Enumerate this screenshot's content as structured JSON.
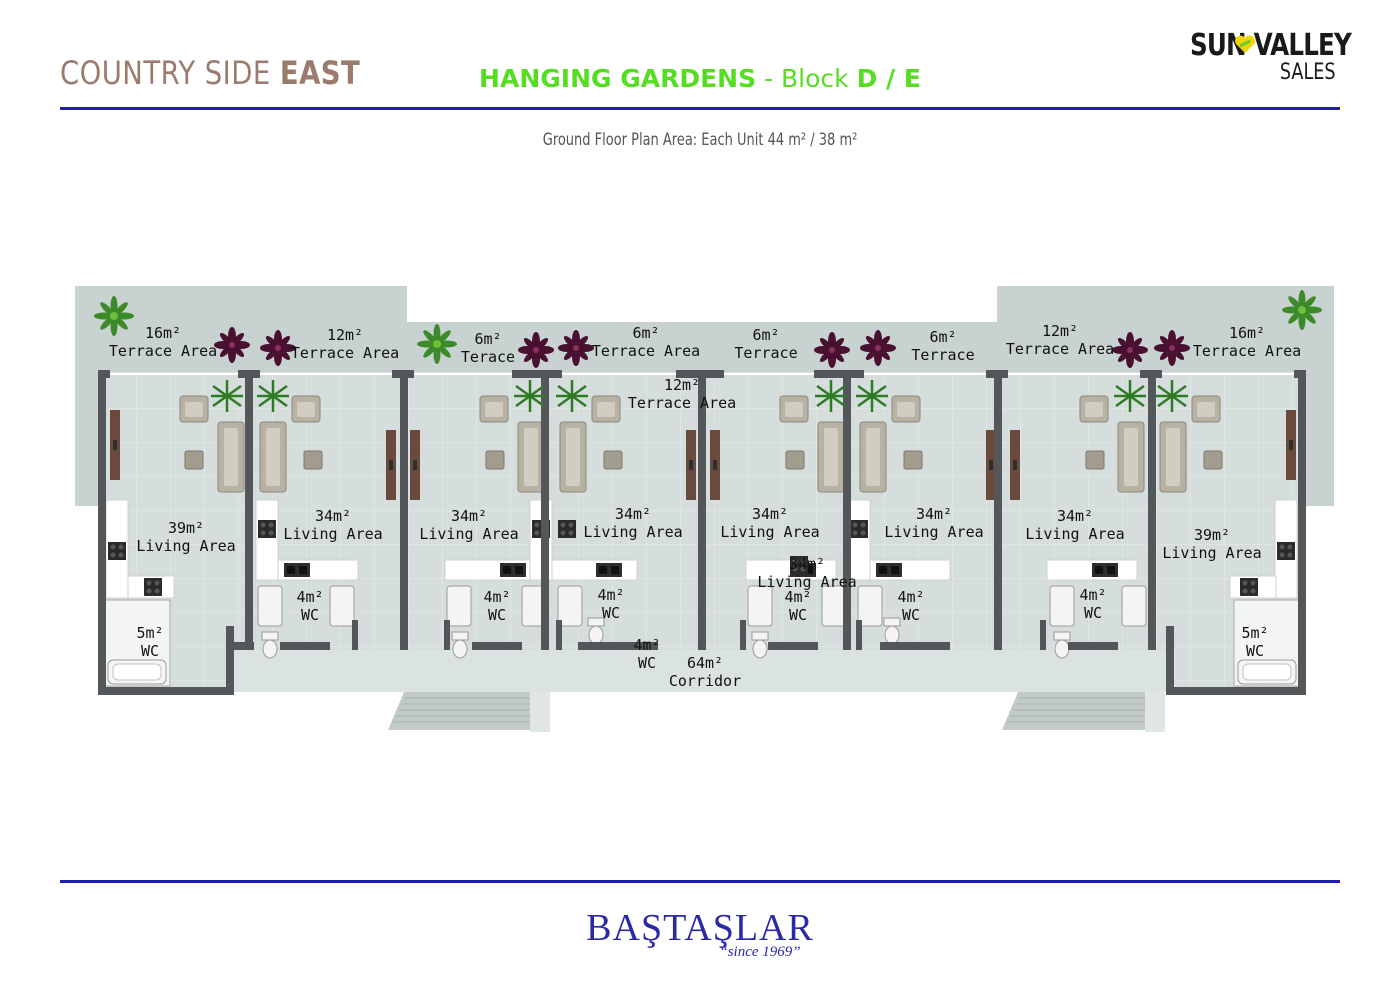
{
  "header": {
    "brand_light": "COUNTRY SIDE ",
    "brand_bold": "EAST",
    "project_name": "HANGING GARDENS",
    "project_sep": " - ",
    "block_word": "Block ",
    "block_id": "D / E",
    "logo_line1": "SUN VALLEY",
    "logo_line2": "SALES"
  },
  "subtitle": "Ground Floor Plan Area: Each Unit 44 m² / 38 m²",
  "footer": {
    "company": "BAŞTAŞLAR",
    "since": "“since 1969”"
  },
  "colors": {
    "rule": "#1f1fb8",
    "project": "#55dd22",
    "brand": "#9b7b6e",
    "wall": "#55585a",
    "floor": "#d3dcdb",
    "terrace": "#c9d3d2"
  },
  "rooms": {
    "r1": {
      "area": "16m²",
      "name": "Terrace Area"
    },
    "r2": {
      "area": "12m²",
      "name": "Terrace Area"
    },
    "r3": {
      "area": "6m²",
      "name": "Terace"
    },
    "r4": {
      "area": "6m²",
      "name": "Terrace Area"
    },
    "r5": {
      "area": "12m²",
      "name": "Terrace Area"
    },
    "r6": {
      "area": "6m²",
      "name": "Terrace"
    },
    "r7": {
      "area": "6m²",
      "name": "Terrace"
    },
    "r8": {
      "area": "12m²",
      "name": "Terrace Area"
    },
    "r9": {
      "area": "16m²",
      "name": "Terrace Area"
    },
    "l1": {
      "area": "39m²",
      "name": "Living Area"
    },
    "l2": {
      "area": "34m²",
      "name": "Living Area"
    },
    "l3": {
      "area": "34m²",
      "name": "Living Area"
    },
    "l4": {
      "area": "34m²",
      "name": "Living Area"
    },
    "l5": {
      "area": "34m²",
      "name": "Living Area"
    },
    "l6": {
      "area": "34m²",
      "name": "Living Area"
    },
    "l7": {
      "area": "34m²",
      "name": "Living Area"
    },
    "l8": {
      "area": "34m²",
      "name": "Living Area"
    },
    "l9": {
      "area": "39m²",
      "name": "Living Area"
    },
    "w1": {
      "area": "5m²",
      "name": "WC"
    },
    "w2": {
      "area": "4m²",
      "name": "WC"
    },
    "w3": {
      "area": "4m²",
      "name": "WC"
    },
    "w4": {
      "area": "4m²",
      "name": "WC"
    },
    "w5": {
      "area": "4m²",
      "name": "WC"
    },
    "w6": {
      "area": "4m²",
      "name": "WC"
    },
    "w7": {
      "area": "4m²",
      "name": "WC"
    },
    "w8": {
      "area": "4m²",
      "name": "WC"
    },
    "w9": {
      "area": "5m²",
      "name": "WC"
    },
    "c1": {
      "area": "64m²",
      "name": "Corridor"
    }
  }
}
